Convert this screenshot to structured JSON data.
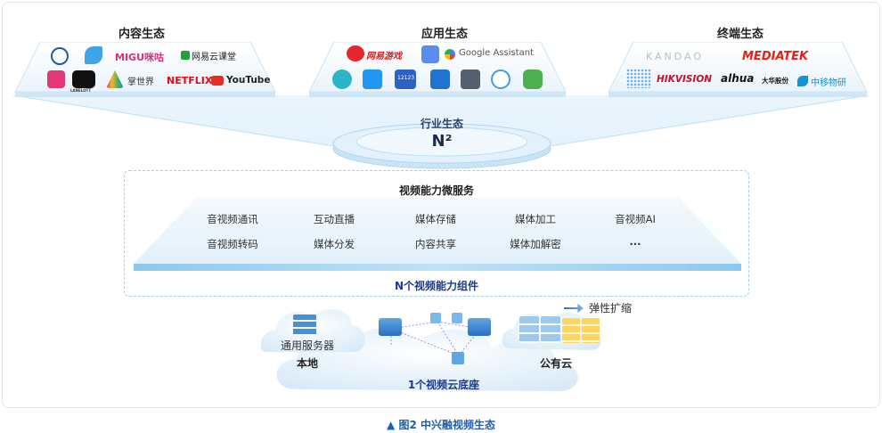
{
  "ecosystems": {
    "content": {
      "title": "内容生态",
      "logos": [
        "MIGU咪咕",
        "网易云课堂",
        "LANELOTT",
        "掌世界",
        "NETFLIX",
        "YouTube"
      ]
    },
    "application": {
      "title": "应用生态",
      "logos": [
        "网易游戏",
        "Google Assistant",
        "12123"
      ]
    },
    "terminal": {
      "title": "终端生态",
      "logos": [
        "KANDAO",
        "MEDIATEK",
        "HIKVISION",
        "alhua",
        "大华股份",
        "中移物研"
      ]
    }
  },
  "hub": {
    "title": "行业生态",
    "symbol": "N²"
  },
  "services": {
    "title": "视频能力微服务",
    "items": [
      "音视频通讯",
      "互动直播",
      "媒体存储",
      "媒体加工",
      "音视频AI",
      "音视频转码",
      "媒体分发",
      "内容共享",
      "媒体加解密",
      "..."
    ],
    "components_label": "N个视频能力组件"
  },
  "base": {
    "left_server_label": "通用服务器",
    "left_label": "本地",
    "right_label": "公有云",
    "right_scale_label": "弹性扩缩",
    "center_label": "1个视频云底座"
  },
  "caption": {
    "marker": "▲",
    "text": "图2  中兴融视频生态"
  },
  "colors": {
    "tray_top": "#f3f8fc",
    "tray_front": "#cfe6f7",
    "hub_fill": "#d7ebfa",
    "accent_blue": "#1a5fb4",
    "dashed_border": "#9fd0f0"
  }
}
